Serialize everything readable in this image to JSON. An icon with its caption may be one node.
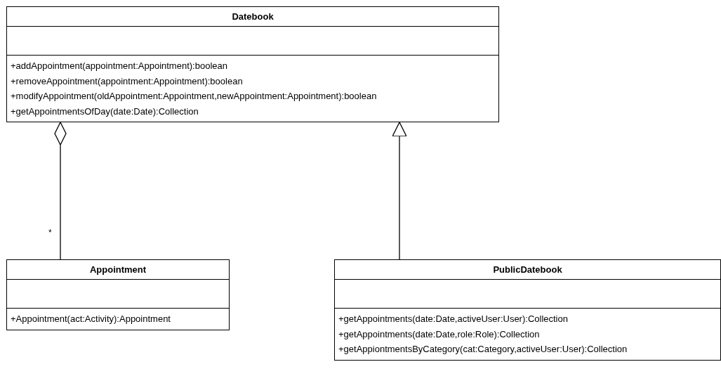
{
  "diagram": {
    "nodes": [
      {
        "text": [
          "Datebook",
          "+addAppointment(appointment:Appointment):boolean",
          "+removeAppointment(appointment:Appointment):boolean",
          "+modifyAppointment(oldAppointment:Appointment,newAppointment:Appointment):boolean",
          "+getAppointmentsOfDay(date:Date):Collection"
        ]
      },
      {
        "text": [
          "Appointment",
          "+Appointment(act:Activity):Appointment"
        ]
      },
      {
        "text": [
          "PublicDatebook",
          "+getAppointments(date:Date,activeUser:User):Collection",
          "+getAppointments(date:Date,role:Role):Collection",
          "+getAppiontmentsByCategory(cat:Category,activeUser:User):Collection"
        ]
      }
    ],
    "edges": [
      {
        "from": 0,
        "to": 1,
        "arrow": "other",
        "label": "*"
      },
      {
        "from": 2,
        "to": 0,
        "arrow": "to"
      }
    ]
  }
}
